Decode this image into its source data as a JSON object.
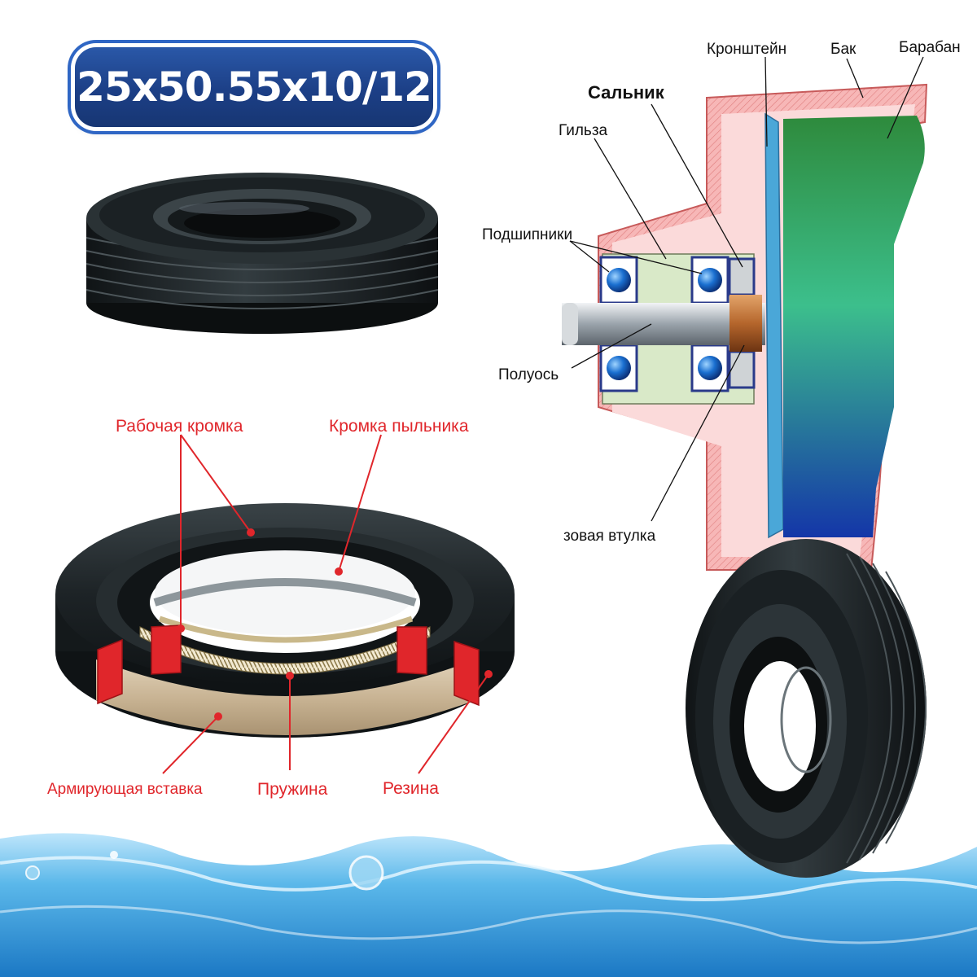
{
  "product": {
    "size_code": "25x50.55x10/12"
  },
  "installation_diagram": {
    "labels": {
      "seal": "Сальник",
      "bracket": "Кронштейн",
      "tank": "Бак",
      "drum": "Барабан",
      "sleeve": "Гильза",
      "bearings": "Подшипники",
      "half_axle": "Полуось",
      "bushing": "зовая втулка"
    }
  },
  "seal_anatomy": {
    "labels": {
      "working_lip": "Рабочая кромка",
      "dust_lip": "Кромка пыльника",
      "reinforcing_insert": "Армирующая вставка",
      "spring": "Пружина",
      "rubber": "Резина"
    },
    "colors": {
      "annotation": "#e0262b",
      "rubber": "#1d2326"
    }
  },
  "colors": {
    "badge": "#1f4690",
    "water": "#4fb0e6"
  }
}
